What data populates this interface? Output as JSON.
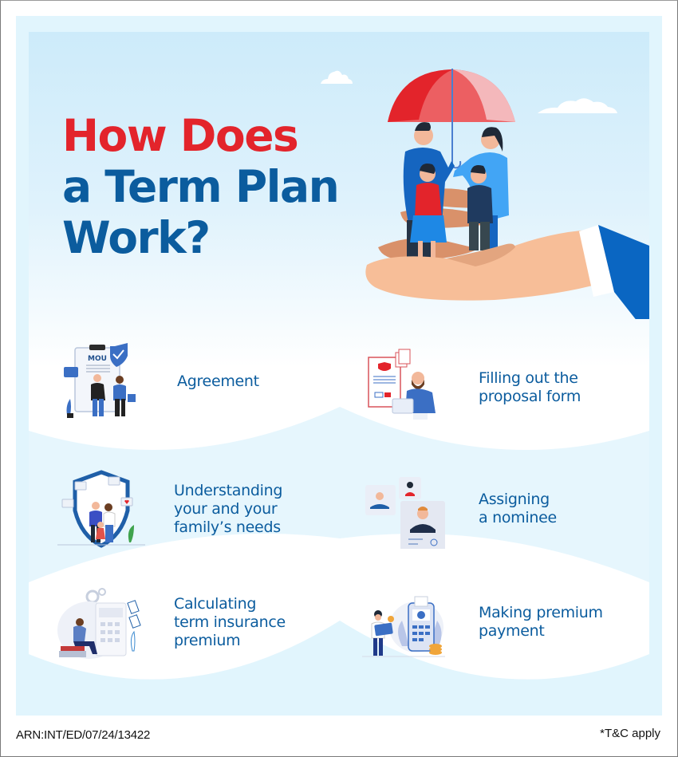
{
  "title": {
    "line1": "How Does",
    "line2": "a Term Plan",
    "line3": "Work?"
  },
  "colors": {
    "title_red": "#e3242b",
    "title_blue": "#0b5c9e",
    "step_text": "#0b5c9e",
    "frame_light_blue": "#e1f5fd",
    "sky_blue": "#cdebfa"
  },
  "hero": {
    "illustration": "family-under-umbrella-on-hand-icon"
  },
  "steps": [
    {
      "label": "Agreement",
      "icon": "agreement-handshake-icon"
    },
    {
      "label": "Filling out the\nproposal form",
      "icon": "proposal-form-icon"
    },
    {
      "label": "Understanding\nyour and your\nfamily’s needs",
      "icon": "family-shield-icon"
    },
    {
      "label": "Assigning\na nominee",
      "icon": "nominee-profiles-icon"
    },
    {
      "label": "Calculating\nterm insurance\npremium",
      "icon": "calculator-icon"
    },
    {
      "label": "Making premium\npayment",
      "icon": "card-payment-icon"
    }
  ],
  "illustration_text": {
    "mou": "MOU"
  },
  "footer": {
    "arn": "ARN:INT/ED/07/24/13422",
    "tnc": "*T&C apply"
  }
}
